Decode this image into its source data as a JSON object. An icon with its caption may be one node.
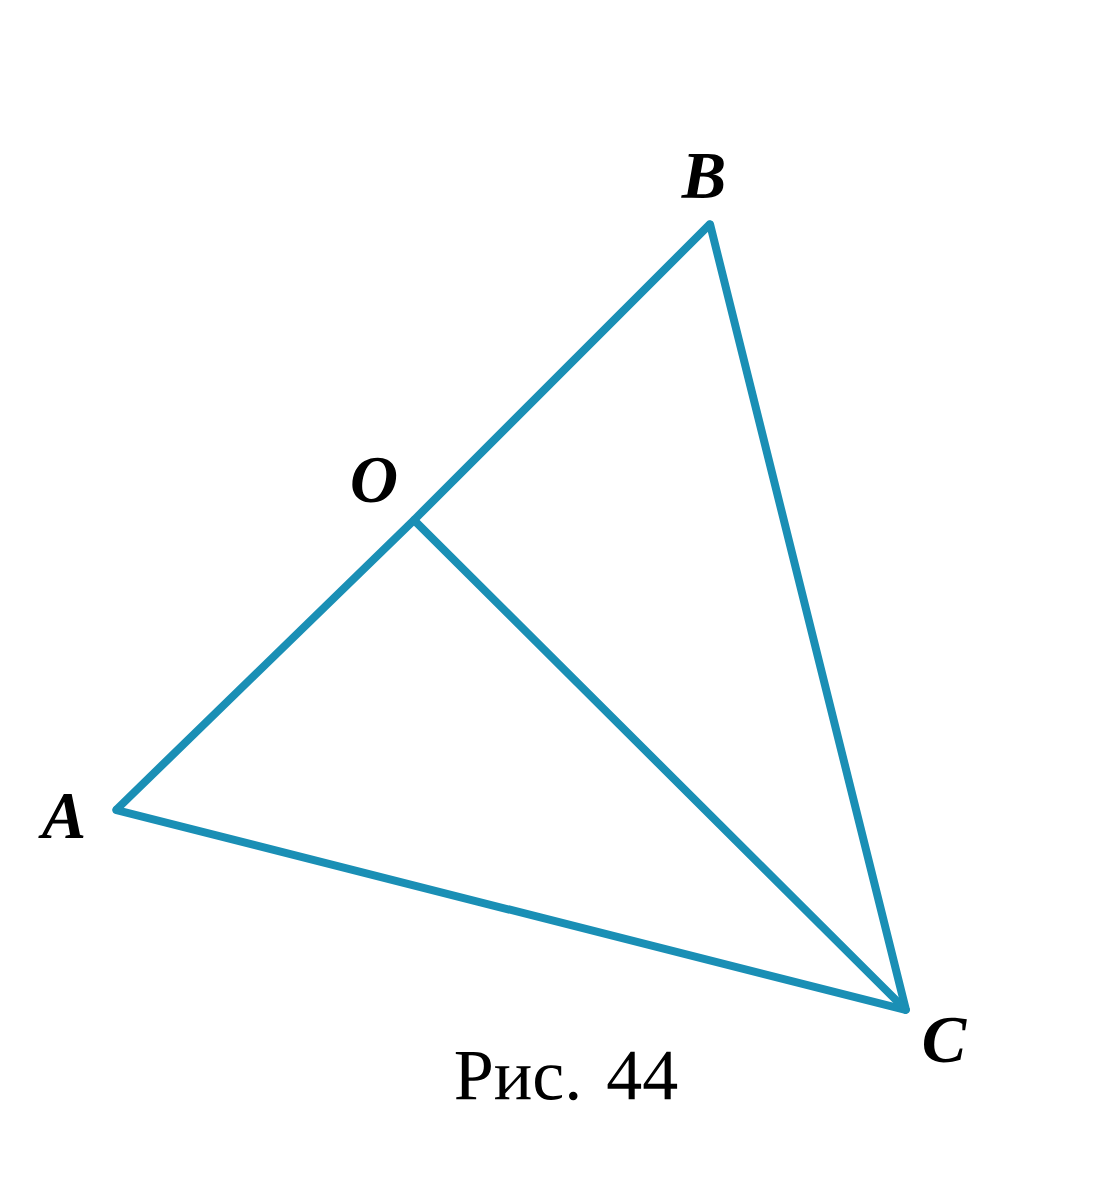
{
  "diagram": {
    "caption": "Рис. 44",
    "nodes": [
      {
        "text": [
          "B"
        ]
      },
      {
        "text": [
          "O"
        ]
      },
      {
        "text": [
          "A"
        ]
      },
      {
        "text": [
          "C"
        ]
      }
    ],
    "edges": [
      {
        "from": 2,
        "to": 1,
        "arrow": "none"
      },
      {
        "from": 1,
        "to": 0,
        "arrow": "none"
      },
      {
        "from": 0,
        "to": 3,
        "arrow": "none"
      },
      {
        "from": 3,
        "to": 2,
        "arrow": "none"
      },
      {
        "from": 1,
        "to": 3,
        "arrow": "none"
      }
    ]
  }
}
